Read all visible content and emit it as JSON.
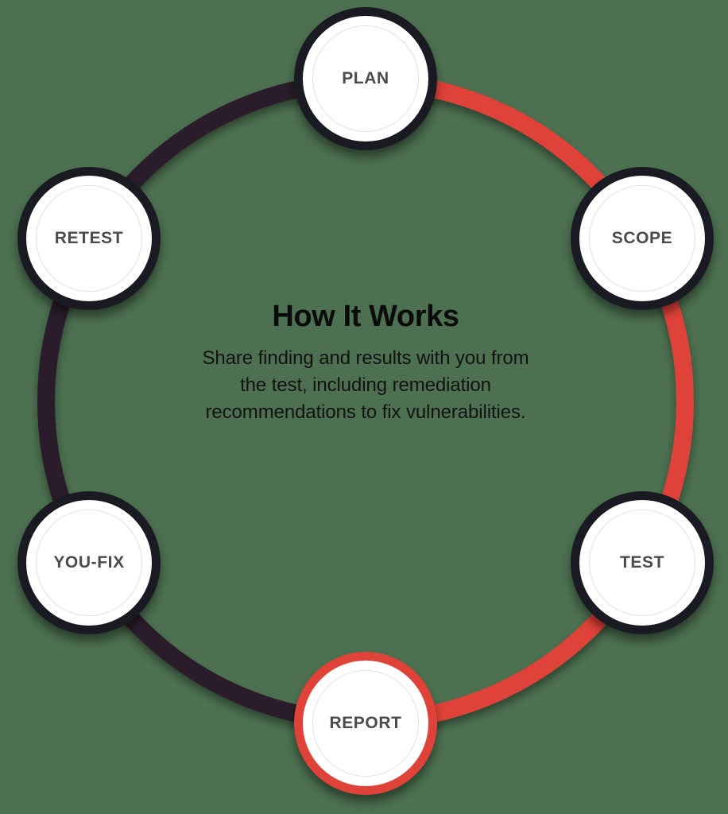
{
  "diagram": {
    "type": "circular-process-cycle",
    "title": "How It Works",
    "description": "Share finding and results with you from the test, including remediation recommendations to fix vulnerabilities.",
    "description_lines": [
      "Share finding and results with you from",
      "the test, including remediation",
      "recommendations to fix vulnerabilities."
    ],
    "background_color": "#4C7050",
    "active_step": "REPORT",
    "steps": [
      {
        "id": "plan",
        "label": "PLAN",
        "order": 1,
        "angle_deg": 90,
        "state": "default"
      },
      {
        "id": "scope",
        "label": "SCOPE",
        "order": 2,
        "angle_deg": 30,
        "state": "default"
      },
      {
        "id": "test",
        "label": "TEST",
        "order": 3,
        "angle_deg": -30,
        "state": "default"
      },
      {
        "id": "report",
        "label": "REPORT",
        "order": 4,
        "angle_deg": -90,
        "state": "active"
      },
      {
        "id": "youfix",
        "label": "YOU-FIX",
        "order": 5,
        "angle_deg": -150,
        "state": "default"
      },
      {
        "id": "retest",
        "label": "RETEST",
        "order": 6,
        "angle_deg": 150,
        "state": "default"
      }
    ],
    "arcs": [
      {
        "id": "arc-progress",
        "from": "plan",
        "to": "report",
        "color": "#DE4239",
        "meaning": "completed-path"
      },
      {
        "id": "arc-remaining",
        "from": "report",
        "to": "plan",
        "color": "#2C1E29",
        "meaning": "remaining-path"
      }
    ],
    "colors": {
      "accent_red": "#DE4239",
      "dark_ring": "#2C1E29",
      "node_border": "#1A1A22",
      "node_fill": "#FFFFFF",
      "node_inner_ring": "#E2E2E2",
      "label_text": "#4B4B4B",
      "title_text": "#0B0B0B"
    }
  }
}
